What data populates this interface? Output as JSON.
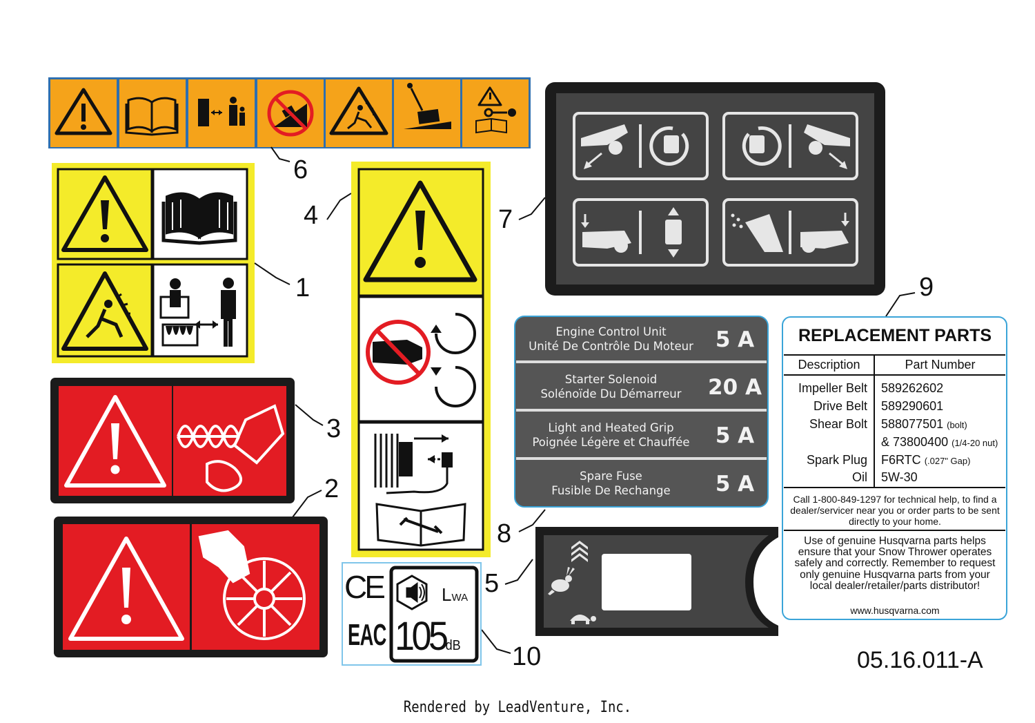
{
  "callouts": [
    "6",
    "1",
    "4",
    "7",
    "3",
    "2",
    "9",
    "8",
    "5",
    "10"
  ],
  "fuse_label": {
    "rows": [
      {
        "line1": "Engine Control Unit",
        "line2": "Unité De Contrôle Du Moteur",
        "amp": "5 A"
      },
      {
        "line1": "Starter Solenoid",
        "line2": "Solénoïde Du Démarreur",
        "amp": "20 A"
      },
      {
        "line1": "Light and Heated Grip",
        "line2": "Poignée Légère et Chauffée",
        "amp": "5 A"
      },
      {
        "line1": "Spare Fuse",
        "line2": "Fusible De Rechange",
        "amp": "5 A"
      }
    ]
  },
  "replacement_parts": {
    "title": "REPLACEMENT PARTS",
    "col_description": "Description",
    "col_part_number": "Part Number",
    "rows": [
      {
        "desc": "Impeller Belt",
        "part": "589262602",
        "note": ""
      },
      {
        "desc": "Drive Belt",
        "part": "589290601",
        "note": ""
      },
      {
        "desc": "Shear Bolt",
        "part": "588077501",
        "note": "(bolt)"
      },
      {
        "desc": "",
        "part": "& 73800400",
        "note": "(1/4-20 nut)"
      },
      {
        "desc": "Spark Plug",
        "part": "F6RTC",
        "note": "(.027\" Gap)"
      },
      {
        "desc": "Oil",
        "part": "5W-30",
        "note": ""
      }
    ],
    "help_text": "Call 1-800-849-1297 for technical help, to find a dealer/servicer near you or order parts to be sent directly to your home.",
    "genuine_text": "Use of genuine Husqvarna parts helps ensure that your Snow Thrower operates safely and correctly. Remember to request only genuine Husqvarna parts from your local dealer/retailer/parts distributor!",
    "website": "www.husqvarna.com"
  },
  "noise_label": {
    "ce_mark": "CE",
    "eac_mark": "EAC",
    "lwa": "L",
    "lwa_sub": "WA",
    "level_value": "105",
    "level_unit": "dB"
  },
  "drawing_number": "05.16.011-A",
  "footer": "Rendered by LeadVenture, Inc.",
  "colors": {
    "safety_orange": "#f5a31a",
    "safety_yellow": "#f4eb2a",
    "danger_red": "#e31c23",
    "dark_grey": "#444444",
    "frame_blue": "#39a7df"
  }
}
